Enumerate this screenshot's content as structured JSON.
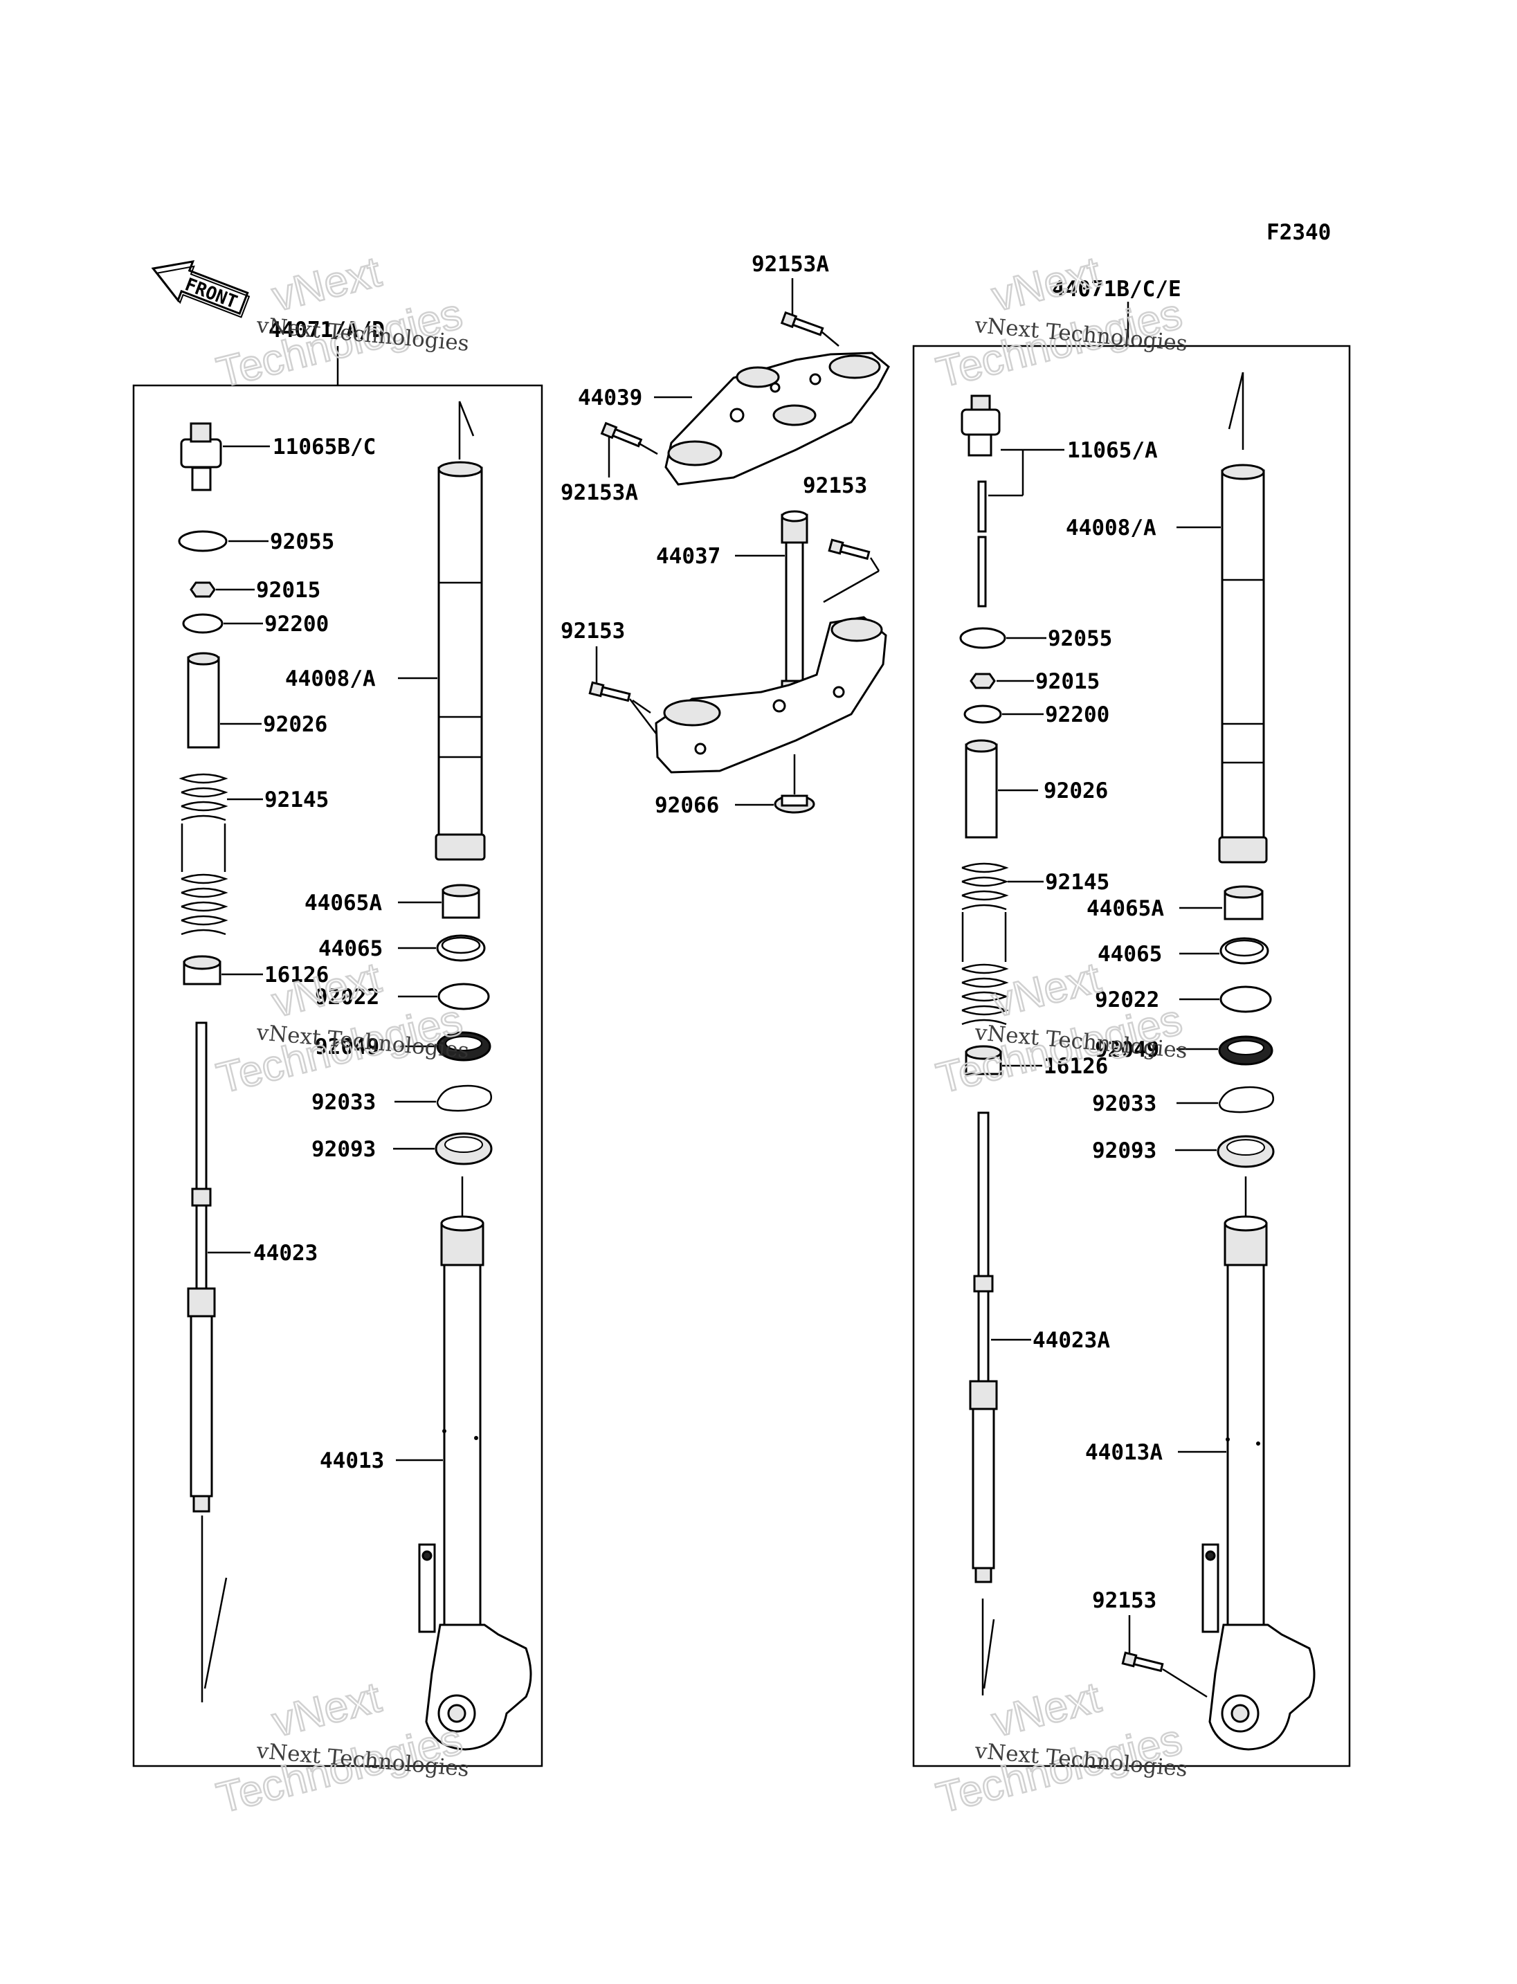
{
  "figure_code": "F2340",
  "front_label": "FRONT",
  "watermark": {
    "line1": "vNext Technologies",
    "line2a": "vNext",
    "line2b": "Technologies"
  },
  "left_assembly": {
    "title": "44071/A/D",
    "labels": [
      "11065B/C",
      "92055",
      "92015",
      "92200",
      "92026",
      "92145",
      "16126",
      "44023",
      "44008/A",
      "44065A",
      "44065",
      "92022",
      "92049",
      "92033",
      "92093",
      "44013"
    ]
  },
  "center_assembly": {
    "labels": [
      "92153A",
      "44039",
      "92153A",
      "92153",
      "44037",
      "92153",
      "92066"
    ]
  },
  "right_assembly": {
    "title": "44071B/C/E",
    "labels": [
      "11065/A",
      "44008/A",
      "92055",
      "92015",
      "92200",
      "92026",
      "92145",
      "44065A",
      "44065",
      "92022",
      "92049",
      "16126",
      "92033",
      "92093",
      "44023A",
      "44013A",
      "92153"
    ]
  }
}
